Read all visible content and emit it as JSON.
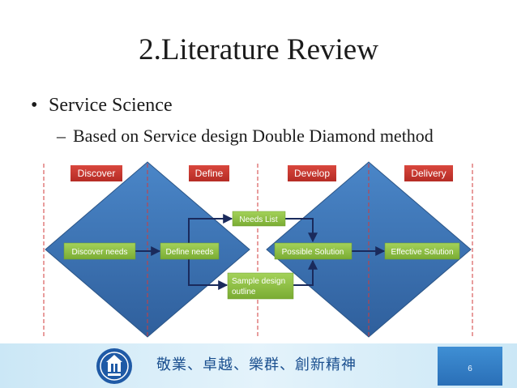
{
  "slide": {
    "title": "2.Literature Review",
    "bullet_level1": "Service Science",
    "bullet_level2": "Based on Service design Double Diamond method",
    "bullet_mark": "•",
    "dash_mark": "–"
  },
  "diagram": {
    "phases": [
      "Discover",
      "Define",
      "Develop",
      "Delivery"
    ],
    "steps": {
      "discover_needs": "Discover needs",
      "define_needs": "Define needs",
      "possible_solution": "Possible Solution",
      "effective_solution": "Effective Solution",
      "needs_list": "Needs List",
      "sample_design_line1": "Sample design",
      "sample_design_line2": "outline"
    },
    "colors": {
      "diamond": "#3a73b8",
      "phase_label": "#c0392b",
      "step_box": "#8bbf3f",
      "arrows": "#1a2a5c",
      "guides": "#d23b3b"
    }
  },
  "footer": {
    "motto": "敬業、卓越、樂群、創新精神",
    "page_number": "6",
    "logo_icon": "university-seal-icon"
  }
}
